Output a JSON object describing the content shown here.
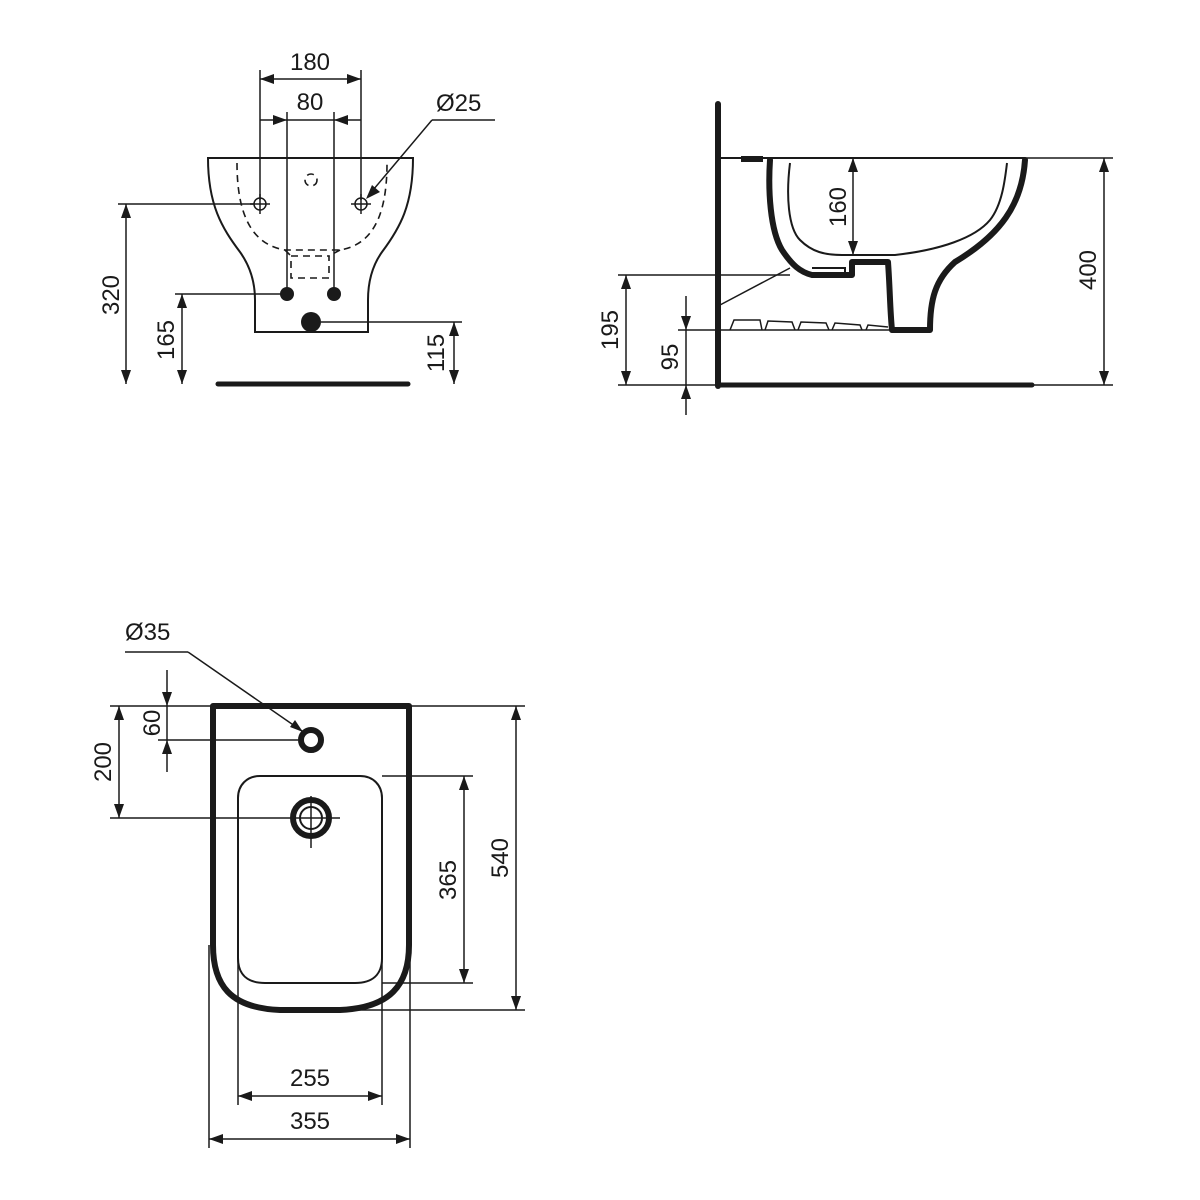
{
  "front_view": {
    "width_180": "180",
    "holes_80": "80",
    "diameter_25": "Ø25",
    "height_320": "320",
    "height_165": "165",
    "height_115": "115"
  },
  "side_view": {
    "depth_160": "160",
    "height_400": "400",
    "height_195": "195",
    "height_95": "95"
  },
  "top_view": {
    "diameter_35": "Ø35",
    "offset_60": "60",
    "offset_200": "200",
    "bowl_365": "365",
    "length_540": "540",
    "bowl_width_255": "255",
    "width_355": "355"
  }
}
